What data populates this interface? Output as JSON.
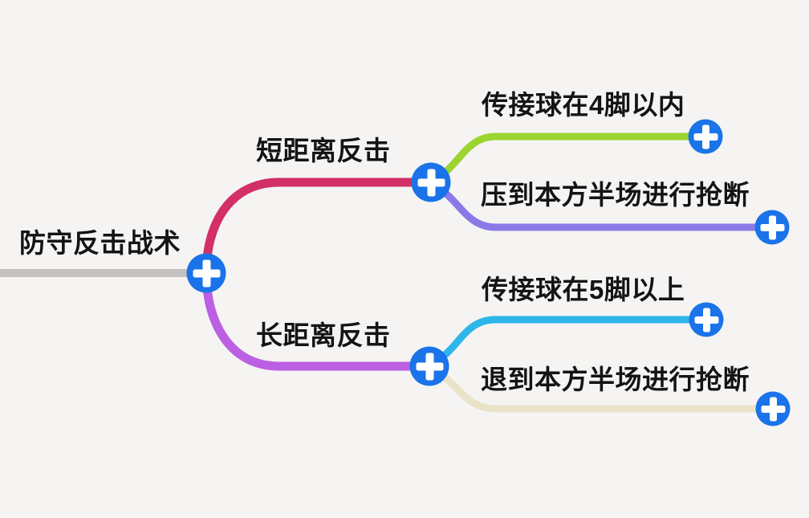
{
  "canvas": {
    "background_color": "#f5f4f3",
    "text_color": "#141414",
    "plus_button_color": "#1a73e8"
  },
  "mindmap": {
    "root": {
      "label": "防守反击战术",
      "branch_color": "#c3c2c1"
    },
    "branches": [
      {
        "label": "短距离反击",
        "branch_color": "#d23067",
        "children": [
          {
            "label": "传接球在4脚以内",
            "branch_color": "#9cd430"
          },
          {
            "label": "压到本方半场进行抢断",
            "branch_color": "#8a7ae8"
          }
        ]
      },
      {
        "label": "长距离反击",
        "branch_color": "#bb5fe3",
        "children": [
          {
            "label": "传接球在5脚以上",
            "branch_color": "#2eb6ea"
          },
          {
            "label": "退到本方半场进行抢断",
            "branch_color": "#e9e3c9"
          }
        ]
      }
    ]
  }
}
